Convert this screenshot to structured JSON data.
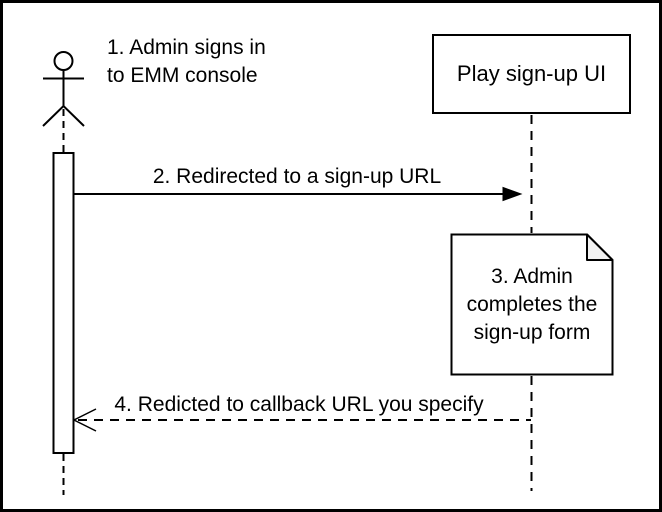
{
  "diagram": {
    "type": "sequence-diagram",
    "colors": {
      "stroke": "#000000",
      "background": "#ffffff",
      "note_fold_fill": "#f2f2f2"
    },
    "actor": {
      "label_line1": "1. Admin signs in",
      "label_line2": "to EMM console"
    },
    "participants": {
      "play_signup_ui": "Play sign-up UI"
    },
    "messages": {
      "redirect_signup": "2. Redirected to a sign-up URL",
      "redirect_callback": "4. Redicted to callback URL you specify"
    },
    "note": {
      "line1": "3. Admin",
      "line2": "completes the",
      "line3": "sign-up form"
    }
  }
}
